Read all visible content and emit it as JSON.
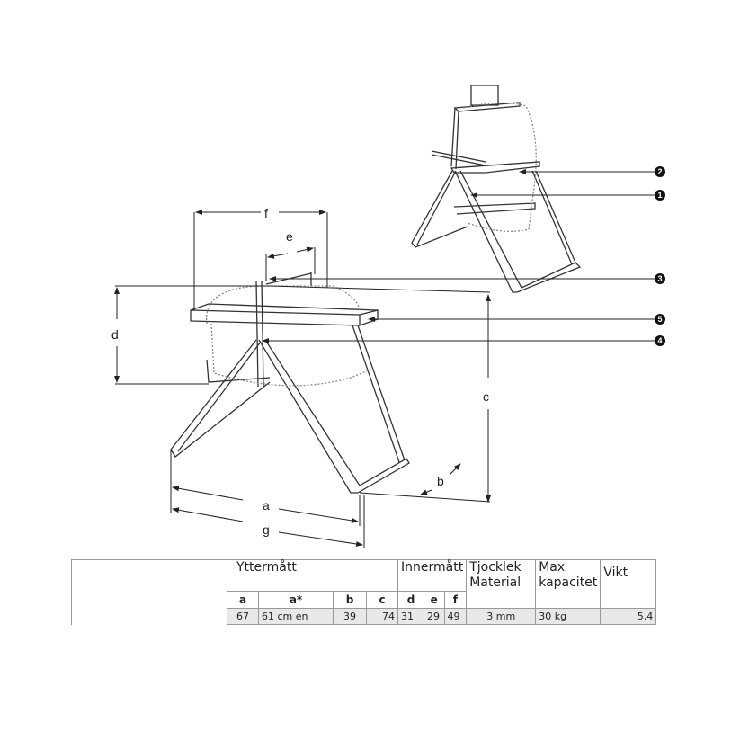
{
  "dimension_labels": {
    "a": "a",
    "b": "b",
    "c": "c",
    "d": "d",
    "e": "e",
    "f": "f",
    "g": "g"
  },
  "callouts": [
    "1",
    "2",
    "3",
    "4",
    "5"
  ],
  "table": {
    "group_outer": "Yttermått",
    "group_inner": "Innermått",
    "col_thickness": [
      "Tjocklek",
      "Material"
    ],
    "col_capacity": [
      "Max",
      "kapacitet"
    ],
    "col_weight": "Vikt",
    "subheaders": [
      "a",
      "a*",
      "b",
      "c",
      "d",
      "e",
      "f"
    ],
    "row": {
      "a": "67",
      "a_star": "61 cm en",
      "b": "39",
      "c": "74",
      "d": "31",
      "e": "29",
      "f": "49",
      "thickness": "3 mm",
      "capacity": "30 kg",
      "weight": "5,4"
    }
  }
}
